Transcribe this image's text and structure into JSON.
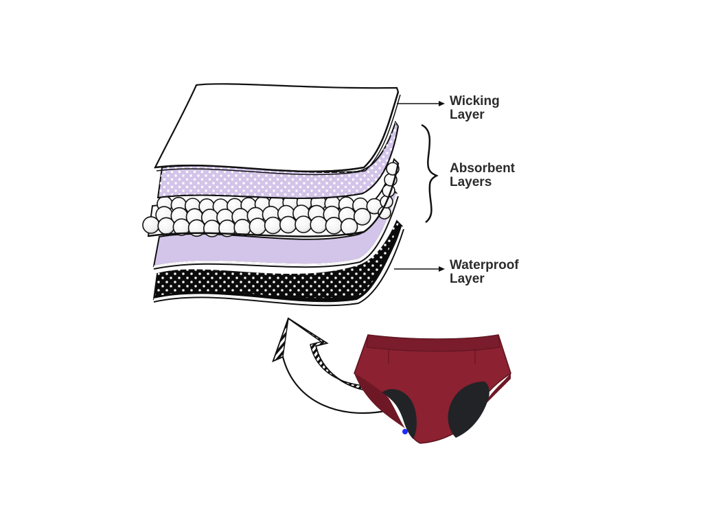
{
  "labels": {
    "wicking": {
      "line1": "Wicking",
      "line2": "Layer"
    },
    "absorbent": {
      "line1": "Absorbent",
      "line2": "Layers"
    },
    "waterproof": {
      "line1": "Waterproof",
      "line2": "Layer"
    }
  },
  "colors": {
    "outline": "#111111",
    "lavender": "#d3c4e9",
    "black_layer": "#0b0b0b",
    "underwear": "#8c2131",
    "underwear_shadow": "#6e1826",
    "gusset": "#222326",
    "marker": "#1f2cff"
  }
}
